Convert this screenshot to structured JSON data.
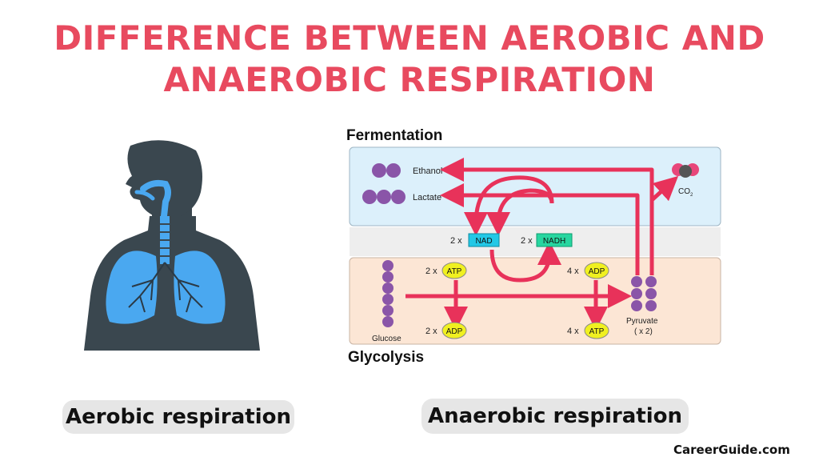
{
  "title_line1": "DIFFERENCE BETWEEN AEROBIC AND",
  "title_line2": "ANAEROBIC RESPIRATION",
  "aerobic_label": "Aerobic respiration",
  "anaerobic_label": "Anaerobic respiration",
  "brand": "CareerGuide.com",
  "diagram": {
    "fermentation": "Fermentation",
    "glycolysis": "Glycolysis",
    "ethanol": "Ethanol",
    "lactate": "Lactate",
    "co2": "CO",
    "co2_sub": "2",
    "glucose": "Glucose",
    "pyruvate": "Pyruvate",
    "pyruvate_count": "( x 2)",
    "nad": "NAD",
    "nadh": "NADH",
    "atp": "ATP",
    "adp": "ADP",
    "mult2": "2 x",
    "mult4": "4 x"
  },
  "colors": {
    "title": "#e84a5f",
    "arrow": "#e8325a",
    "molecule": "#8a55a8",
    "fermentation_bg": "#dcf0fb",
    "glycolysis_bg": "#fce6d5",
    "nad_box": "#22c8e6",
    "nadh_box": "#27d6a0",
    "atp_badge": "#f0f020",
    "lung": "#4aa8f0",
    "silhouette": "#3a474f"
  },
  "icons": [
    "human-silhouette-icon",
    "lungs-icon",
    "molecule-icon"
  ]
}
